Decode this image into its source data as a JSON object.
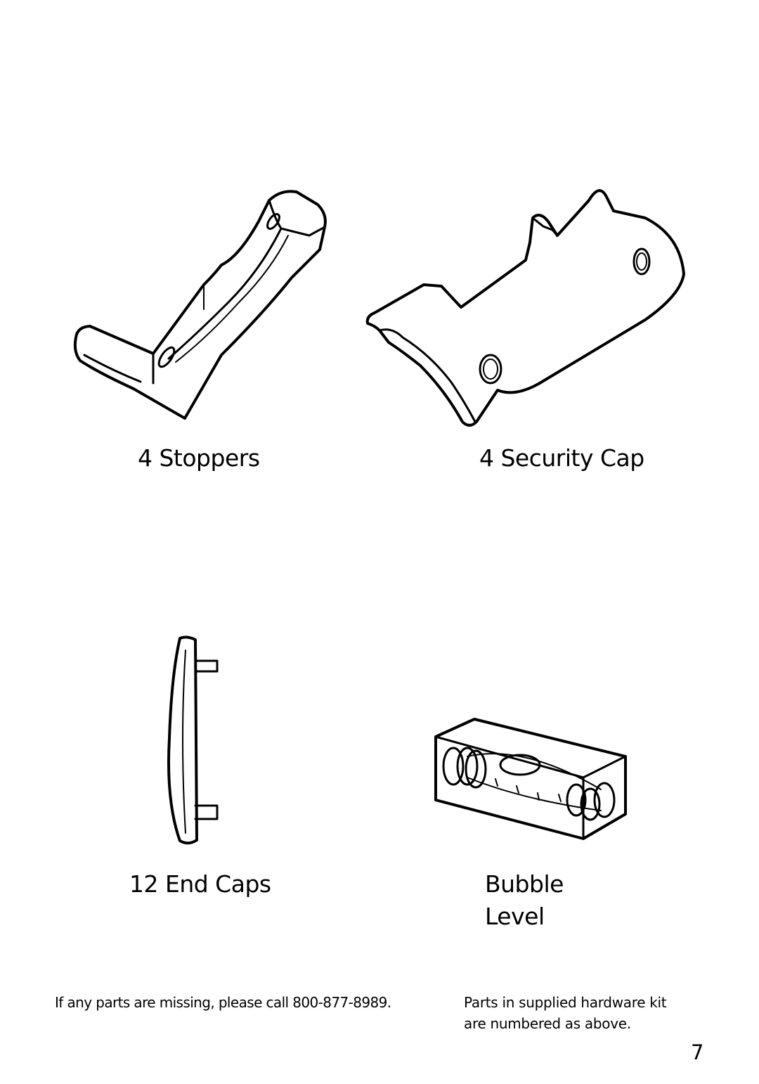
{
  "parts": [
    {
      "label": "4 Stoppers",
      "icon": "stopper-bracket-icon"
    },
    {
      "label": "4 Security Cap",
      "icon": "security-cap-icon"
    },
    {
      "label": "12 End Caps",
      "icon": "end-cap-icon"
    },
    {
      "label_line1": "Bubble",
      "label_line2": "Level",
      "icon": "bubble-level-icon"
    }
  ],
  "footer": {
    "missing_parts_note": "If any parts are missing, please call 800-877-8989.",
    "kit_note_line1": "Parts in supplied hardware kit",
    "kit_note_line2": "are numbered as above."
  },
  "page_number": "7",
  "colors": {
    "ink": "#000000",
    "paper": "#ffffff"
  }
}
